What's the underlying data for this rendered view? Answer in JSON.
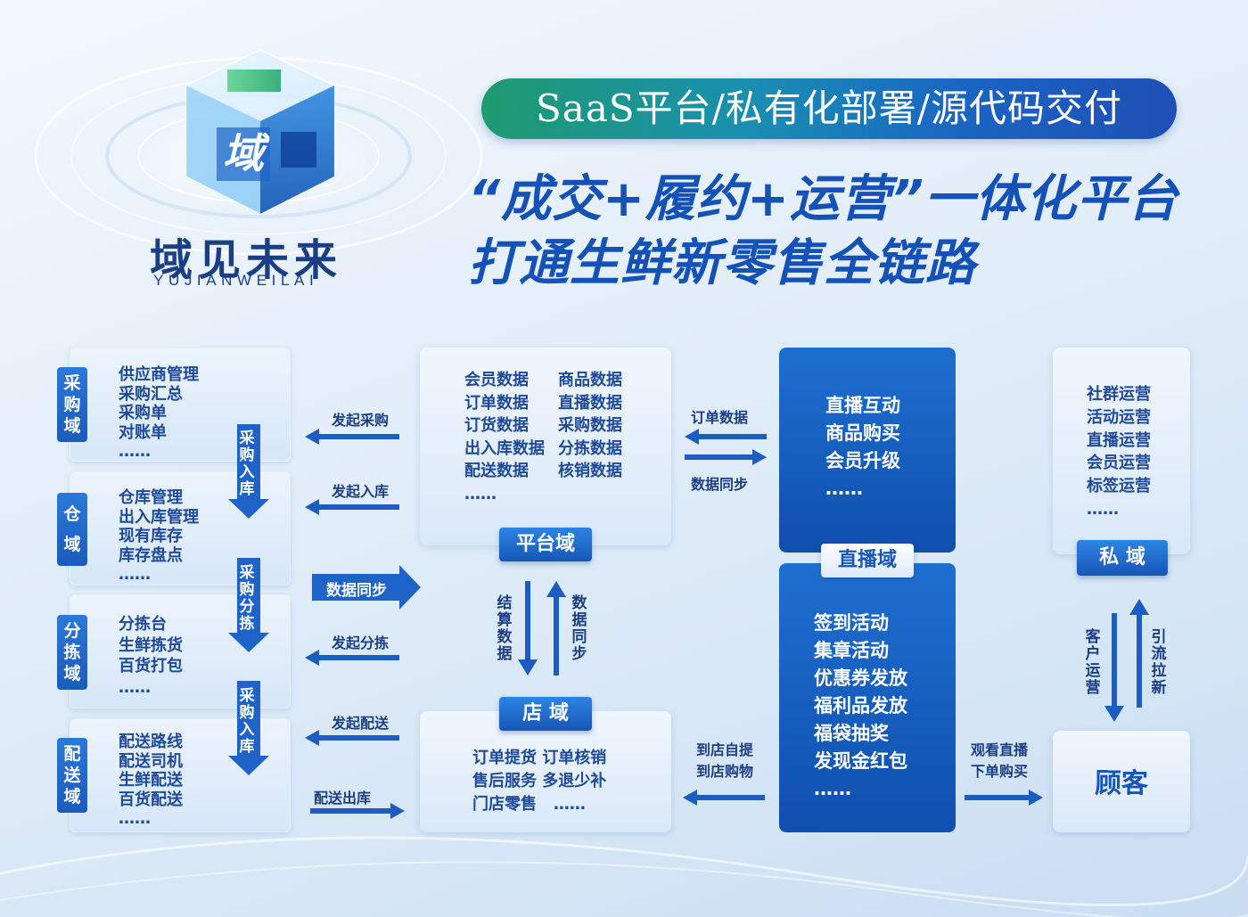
{
  "brand": {
    "name": "域见未来",
    "name_en": "YUJIANWEILAI",
    "logo_char": "域"
  },
  "banner": {
    "deploy": "SaaS平台/私有化部署/源代码交付",
    "headline1": "“成交+履约+运营”一体化平台",
    "headline2": "打通生鲜新零售全链路"
  },
  "left_domains": [
    {
      "tag": [
        "采",
        "购",
        "域"
      ],
      "items": [
        "供应商管理",
        "采购汇总",
        "采购单",
        "对账单",
        "……"
      ]
    },
    {
      "tag": [
        "仓",
        "域"
      ],
      "items": [
        "仓库管理",
        "出入库管理",
        "现有库存",
        "库存盘点",
        "……"
      ]
    },
    {
      "tag": [
        "分",
        "拣",
        "域"
      ],
      "items": [
        "分拣台",
        "生鲜拣货",
        "百货打包",
        "……"
      ]
    },
    {
      "tag": [
        "配",
        "送",
        "域"
      ],
      "items": [
        "配送路线",
        "配送司机",
        "生鲜配送",
        "百货配送",
        "……"
      ]
    }
  ],
  "vertical_flows": [
    {
      "chars": [
        "采",
        "购",
        "入",
        "库"
      ]
    },
    {
      "chars": [
        "采",
        "购",
        "分",
        "拣"
      ]
    },
    {
      "chars": [
        "采",
        "购",
        "入",
        "库"
      ]
    }
  ],
  "left_arrows": {
    "a1": "发起采购",
    "a2": "发起入库",
    "a3": "数据同步",
    "a4": "发起分拣",
    "a5": "发起配送",
    "a6": "配送出库"
  },
  "platform": {
    "title": "平台域",
    "col1": [
      "会员数据",
      "订单数据",
      "订货数据",
      "出入库数据",
      "配送数据",
      "……"
    ],
    "col2": [
      "商品数据",
      "直播数据",
      "采购数据",
      "分拣数据",
      "核销数据"
    ]
  },
  "platform_store_flow": {
    "down": [
      "结",
      "算",
      "数",
      "据"
    ],
    "up": [
      "数",
      "据",
      "同",
      "步"
    ]
  },
  "store": {
    "title": "店 域",
    "rows": [
      [
        "订单提货",
        "订单核销"
      ],
      [
        "售后服务",
        "多退少补"
      ],
      [
        "门店零售",
        "……"
      ]
    ]
  },
  "mid_arrows": {
    "order": "订单数据",
    "sync": "数据同步",
    "pickup1": "到店自提",
    "pickup2": "到店购物"
  },
  "live": {
    "title": "直播域",
    "top_items": [
      "直播互动",
      "商品购买",
      "会员升级",
      "……"
    ],
    "bottom_items": [
      "签到活动",
      "集章活动",
      "优惠券发放",
      "福利品发放",
      "福袋抽奖",
      "发现金红包",
      "……"
    ]
  },
  "private": {
    "title": "私 域",
    "items": [
      "社群运营",
      "活动运营",
      "直播运营",
      "会员运营",
      "标签运营",
      "……"
    ]
  },
  "private_flow": {
    "down": [
      "客",
      "户",
      "运",
      "营"
    ],
    "up": [
      "引",
      "流",
      "拉",
      "新"
    ]
  },
  "customer": {
    "title": "顾客",
    "watch1": "观看直播",
    "watch2": "下单购买"
  },
  "colors": {
    "primary": "#1a5bbd",
    "accent_green": "#1e9b6f",
    "text": "#1f4a9a"
  }
}
